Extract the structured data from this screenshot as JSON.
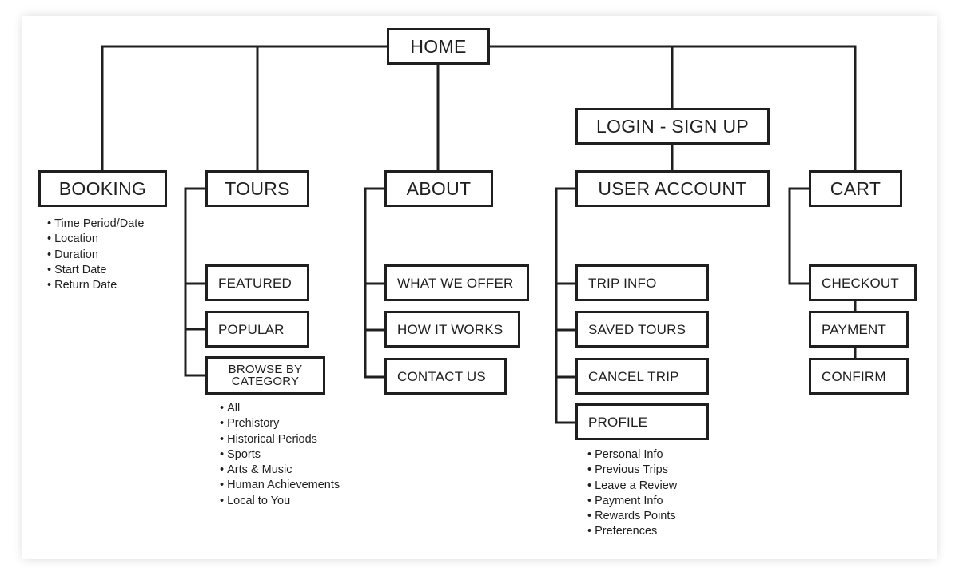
{
  "home": "HOME",
  "booking": {
    "label": "BOOKING",
    "bullets": [
      "Time Period/Date",
      "Location",
      "Duration",
      "Start Date",
      "Return Date"
    ]
  },
  "tours": {
    "label": "TOURS",
    "children": [
      "FEATURED",
      "POPULAR"
    ],
    "browse": {
      "line1": "BROWSE BY",
      "line2": "CATEGORY"
    },
    "bullets": [
      "All",
      "Prehistory",
      "Historical Periods",
      "Sports",
      "Arts & Music",
      "Human Achievements",
      "Local to You"
    ]
  },
  "about": {
    "label": "ABOUT",
    "children": [
      "WHAT WE OFFER",
      "HOW IT WORKS",
      "CONTACT US"
    ]
  },
  "login": "LOGIN - SIGN UP",
  "user_account": {
    "label": "USER ACCOUNT",
    "children": [
      "TRIP INFO",
      "SAVED TOURS",
      "CANCEL TRIP",
      "PROFILE"
    ],
    "bullets": [
      "Personal Info",
      "Previous Trips",
      "Leave a Review",
      "Payment Info",
      "Rewards Points",
      "Preferences"
    ]
  },
  "cart": {
    "label": "CART",
    "children": [
      "CHECKOUT",
      "PAYMENT",
      "CONFIRM"
    ]
  }
}
